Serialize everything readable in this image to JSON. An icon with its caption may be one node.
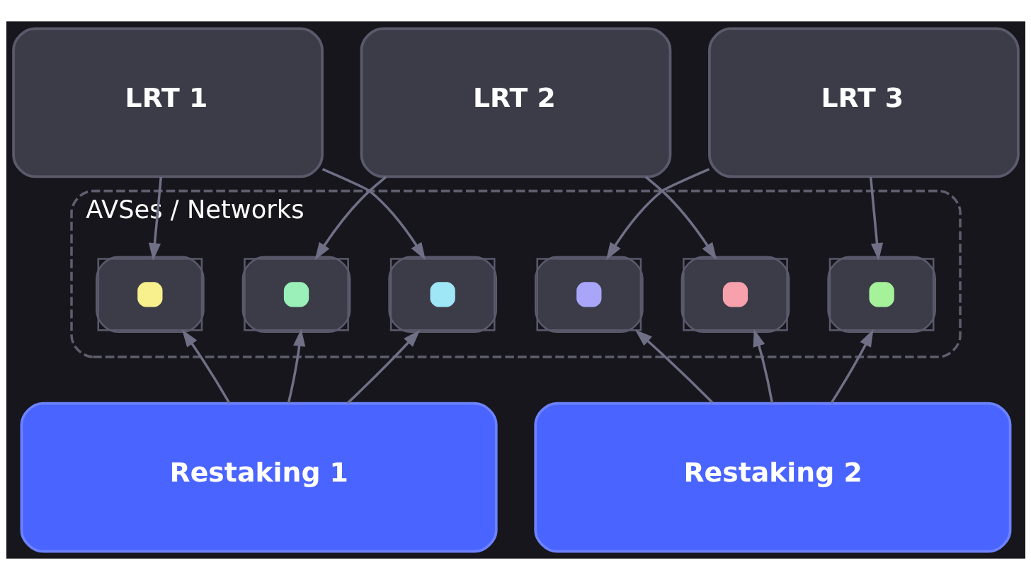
{
  "diagram": {
    "nodes": [
      {
        "text": [
          "LRT 1"
        ]
      },
      {
        "text": [
          "LRT 2"
        ]
      },
      {
        "text": [
          "LRT 3"
        ]
      },
      {
        "text": [
          "AVSes / Networks"
        ]
      },
      {
        "text": [],
        "shape": "box",
        "in": 3
      },
      {
        "text": [],
        "shape": "box",
        "in": 3
      },
      {
        "text": [],
        "shape": "box",
        "in": 3
      },
      {
        "text": [],
        "shape": "box",
        "in": 3
      },
      {
        "text": [],
        "shape": "box",
        "in": 3
      },
      {
        "text": [],
        "shape": "box",
        "in": 3
      },
      {
        "text": [
          "Restaking 1"
        ]
      },
      {
        "text": [
          "Restaking 2"
        ]
      }
    ],
    "edges": [
      {
        "from": 0,
        "to": 4,
        "arrow": "to"
      },
      {
        "from": 0,
        "to": 6,
        "arrow": "to"
      },
      {
        "from": 1,
        "to": 5,
        "arrow": "to"
      },
      {
        "from": 1,
        "to": 8,
        "arrow": "to"
      },
      {
        "from": 2,
        "to": 7,
        "arrow": "to"
      },
      {
        "from": 2,
        "to": 9,
        "arrow": "to"
      },
      {
        "from": 10,
        "to": 4,
        "arrow": "to"
      },
      {
        "from": 10,
        "to": 5,
        "arrow": "to"
      },
      {
        "from": 10,
        "to": 6,
        "arrow": "to"
      },
      {
        "from": 11,
        "to": 7,
        "arrow": "to"
      },
      {
        "from": 11,
        "to": 8,
        "arrow": "to"
      },
      {
        "from": 11,
        "to": 9,
        "arrow": "to"
      }
    ]
  }
}
